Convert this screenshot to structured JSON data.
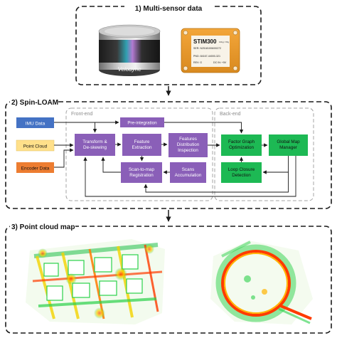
{
  "sections": {
    "sensors": {
      "title": "1) Multi-sensor data"
    },
    "spin_loam": {
      "title": "2) Spin-LOAM"
    },
    "map": {
      "title": "3) Point cloud map"
    }
  },
  "sensors": {
    "lidar_brand": "Velodyne",
    "imu": {
      "model": "STIM300",
      "model_suffix": "10kg / ±6g",
      "serial": "SER:  N25181006/00272",
      "pnd": "PND: 84167-44000-321",
      "rev": "REV: G",
      "power": "DC IN: +5V"
    }
  },
  "frames": {
    "front_end": "Front-end",
    "back_end": "Back-end"
  },
  "inputs": {
    "imu": "IMU Data",
    "point_cloud": "Point Cloud",
    "encoder": "Encoder Data"
  },
  "modules": {
    "preintegration": "Pre-integration",
    "transform": [
      "Transform &",
      "De-skewing"
    ],
    "feature_extraction": [
      "Feature",
      "Extraction"
    ],
    "feature_distribution": [
      "Features",
      "Distribution",
      "Inspection"
    ],
    "scan_to_map": [
      "Scan-to-map",
      "Registration"
    ],
    "scans_accumulation": [
      "Scans",
      "Accumulation"
    ],
    "factor_graph": [
      "Factor Graph",
      "Optimization"
    ],
    "global_map": [
      "Global Map",
      "Manager"
    ],
    "loop_closure": [
      "Loop Closure",
      "Detection"
    ]
  },
  "colors": {
    "imu": "#4472C4",
    "point_cloud": "#FFE08A",
    "encoder": "#ED7D31",
    "frontend_block": "#8A5FB8",
    "backend_block": "#1DB954",
    "frame_border": "#A6A6A6",
    "section_border": "#1A1A1A"
  }
}
